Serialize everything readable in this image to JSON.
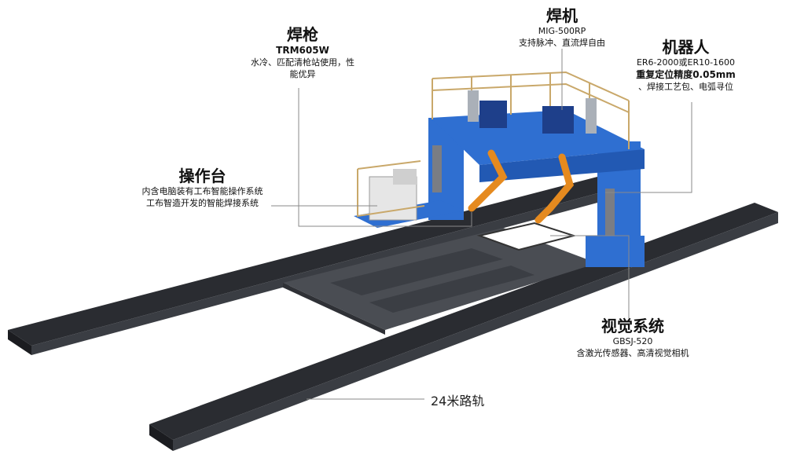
{
  "colors": {
    "gantry_blue": "#2f6fd1",
    "robot_orange": "#e58a1f",
    "rail_dark": "#2a2c31",
    "platform_gray": "#4a4d53",
    "railing_tan": "#c9a86a",
    "leader_gray": "#8a8a8a"
  },
  "labels": {
    "torch": {
      "title": "焊枪",
      "model": "TRM605W",
      "desc1": "水冷、匹配清枪站使用，性",
      "desc2": "能优异"
    },
    "welder": {
      "title": "焊机",
      "model": "MIG-500RP",
      "desc1": "支持脉冲、直流焊自由"
    },
    "robot": {
      "title": "机器人",
      "model": "ER6-2000或ER10-1600",
      "desc1": "重复定位精度0.05mm",
      "desc2": "、焊接工艺包、电弧寻位"
    },
    "console": {
      "title": "操作台",
      "desc1": "内含电脑装有工布智能操作系统",
      "desc2": "工布智造开发的智能焊接系统"
    },
    "vision": {
      "title": "视觉系统",
      "model": "GBSJ-520",
      "desc1": "含激光传感器、高清视觉相机"
    },
    "rail": {
      "title": "24米路轨"
    }
  }
}
